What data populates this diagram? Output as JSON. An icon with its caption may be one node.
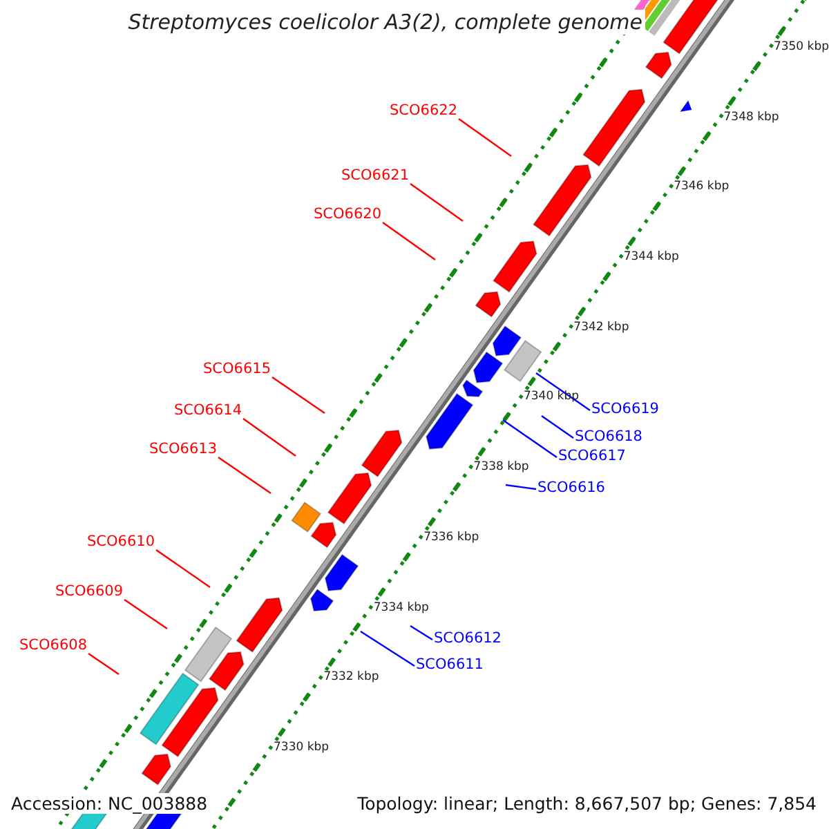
{
  "diagram": {
    "title": "Streptomyces coelicolor A3(2), complete genome",
    "nodes": [
      {
        "text": [
          "SCO6622"
        ]
      },
      {
        "text": [
          "SCO6621"
        ]
      },
      {
        "text": [
          "SCO6620"
        ]
      },
      {
        "text": [
          "SCO6615"
        ]
      },
      {
        "text": [
          "SCO6619"
        ]
      },
      {
        "text": [
          "SCO6614"
        ]
      },
      {
        "text": [
          "SCO6618"
        ]
      },
      {
        "text": [
          "SCO6617"
        ]
      },
      {
        "text": [
          "SCO6613"
        ]
      },
      {
        "text": [
          "SCO6616"
        ]
      },
      {
        "text": [
          "SCO6610"
        ]
      },
      {
        "text": [
          "SCO6609"
        ]
      },
      {
        "text": [
          "SCO6612"
        ]
      },
      {
        "text": [
          "SCO6608"
        ]
      },
      {
        "text": [
          "SCO6611"
        ]
      }
    ],
    "edges": [
      {
        "from": 0,
        "to": null,
        "arrow": "none"
      },
      {
        "from": 1,
        "to": null,
        "arrow": "none"
      },
      {
        "from": 2,
        "to": null,
        "arrow": "none"
      },
      {
        "from": 3,
        "to": null,
        "arrow": "none"
      },
      {
        "from": 4,
        "to": null,
        "arrow": "none",
        "color": "#0000ff"
      },
      {
        "from": 5,
        "to": null,
        "arrow": "none"
      },
      {
        "from": 6,
        "to": null,
        "arrow": "none",
        "color": "#0000ff"
      },
      {
        "from": 7,
        "to": null,
        "arrow": "none",
        "color": "#0000ff"
      },
      {
        "from": 8,
        "to": null,
        "arrow": "none"
      },
      {
        "from": 9,
        "to": null,
        "arrow": "none",
        "color": "#0000ff"
      },
      {
        "from": 10,
        "to": null,
        "arrow": "none"
      },
      {
        "from": 11,
        "to": null,
        "arrow": "none"
      },
      {
        "from": 12,
        "to": null,
        "arrow": "none",
        "color": "#0000ff"
      },
      {
        "from": 13,
        "to": null,
        "arrow": "none"
      },
      {
        "from": 14,
        "to": null,
        "arrow": "none",
        "color": "#0000ff"
      }
    ],
    "labels": [
      "7350 kbp",
      "7348 kbp",
      "7346 kbp",
      "7344 kbp",
      "7342 kbp",
      "7340 kbp",
      "7338 kbp",
      "7336 kbp",
      "7334 kbp",
      "7332 kbp",
      "7330 kbp",
      "Accession: NC_003888",
      "Topology: linear; Length: 8,667,507 bp; Genes: 7,854"
    ]
  }
}
